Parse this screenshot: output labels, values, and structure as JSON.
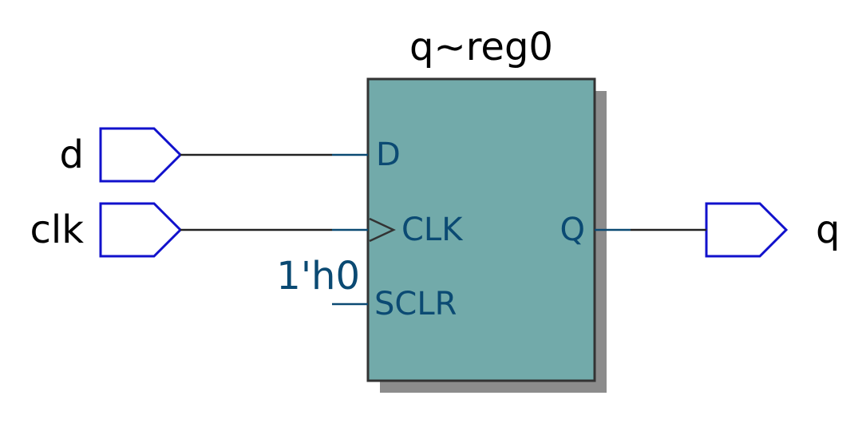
{
  "register": {
    "name": "q~reg0",
    "ports": {
      "d": "D",
      "clk": "CLK",
      "sclr": "SCLR",
      "q": "Q"
    },
    "sclr_value": "1'h0"
  },
  "inputs": [
    {
      "label": "d"
    },
    {
      "label": "clk"
    }
  ],
  "outputs": [
    {
      "label": "q"
    }
  ],
  "colors": {
    "block_fill": "#72aaaa",
    "block_border": "#333333",
    "shadow": "#8c8c8c",
    "pin_stroke": "#1111cc",
    "wire": "#222222",
    "port_text": "#0b4a73"
  }
}
